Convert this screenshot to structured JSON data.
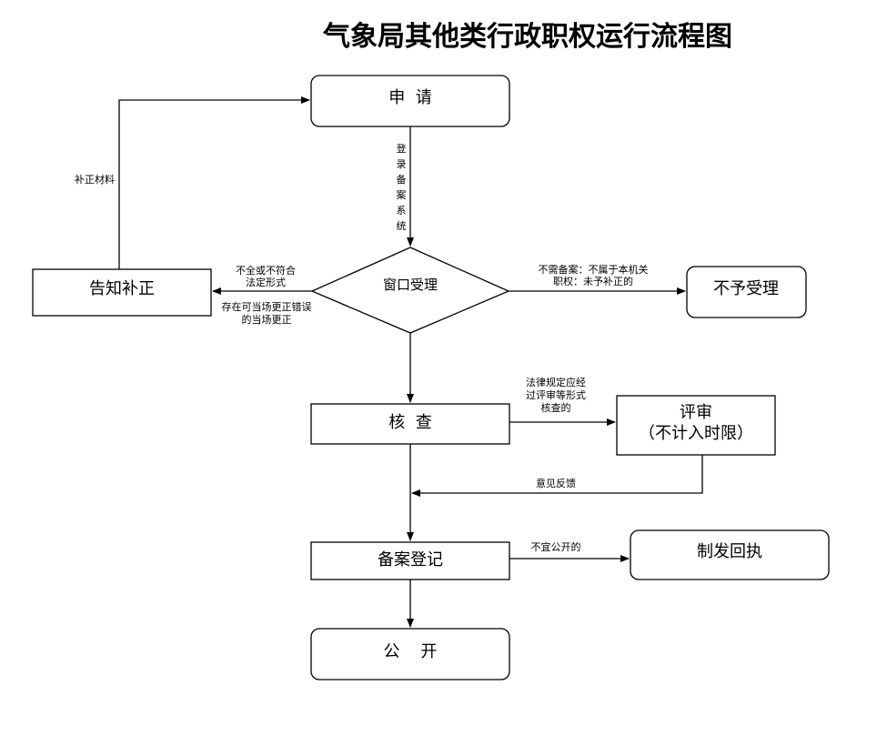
{
  "title": "气象局其他类行政职权运行流程图",
  "nodes": {
    "apply": "申  请",
    "window": "窗口受理",
    "notify": "告知补正",
    "reject": "不予受理",
    "check": "核  查",
    "review_line1": "评审",
    "review_line2": "（不计入时限）",
    "register": "备案登记",
    "receipt": "制发回执",
    "publish": "公    开"
  },
  "edges": {
    "login_system": [
      "登",
      "录",
      "备",
      "案",
      "系",
      "统"
    ],
    "supplement": "补正材料",
    "incomplete_line1": "不全或不符合",
    "incomplete_line2": "法定形式",
    "correctable_line1": "存在可当场更正错误",
    "correctable_line2": "的当场更正",
    "no_filing_line1": "不需备案：不属于本机关",
    "no_filing_line2": "职权：未予补正的",
    "law_line1": "法律规定应经",
    "law_line2": "过评审等形式",
    "law_line3": "核查的",
    "feedback": "意见反馈",
    "not_public": "不宜公开的"
  }
}
